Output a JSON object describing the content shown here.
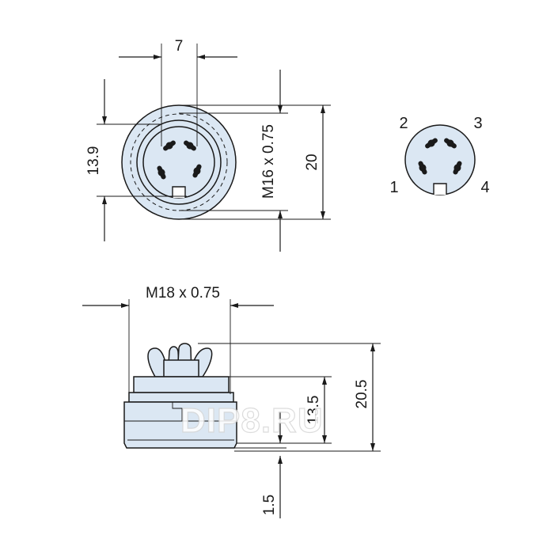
{
  "front_view": {
    "width_dim": "7",
    "height_dim": "13.9",
    "thread_dim": "M16 x 0.75",
    "outer_dim": "20"
  },
  "pinout": {
    "pin_1": "1",
    "pin_2": "2",
    "pin_3": "3",
    "pin_4": "4"
  },
  "side_view": {
    "thread_dim": "M18 x 0.75",
    "total_height_dim": "20.5",
    "inner_height_dim": "13.5",
    "flange_dim": "1.5"
  },
  "watermark": "DIP8.RU",
  "colors": {
    "body": "#dbe7f3",
    "line": "#1a1a1a"
  }
}
